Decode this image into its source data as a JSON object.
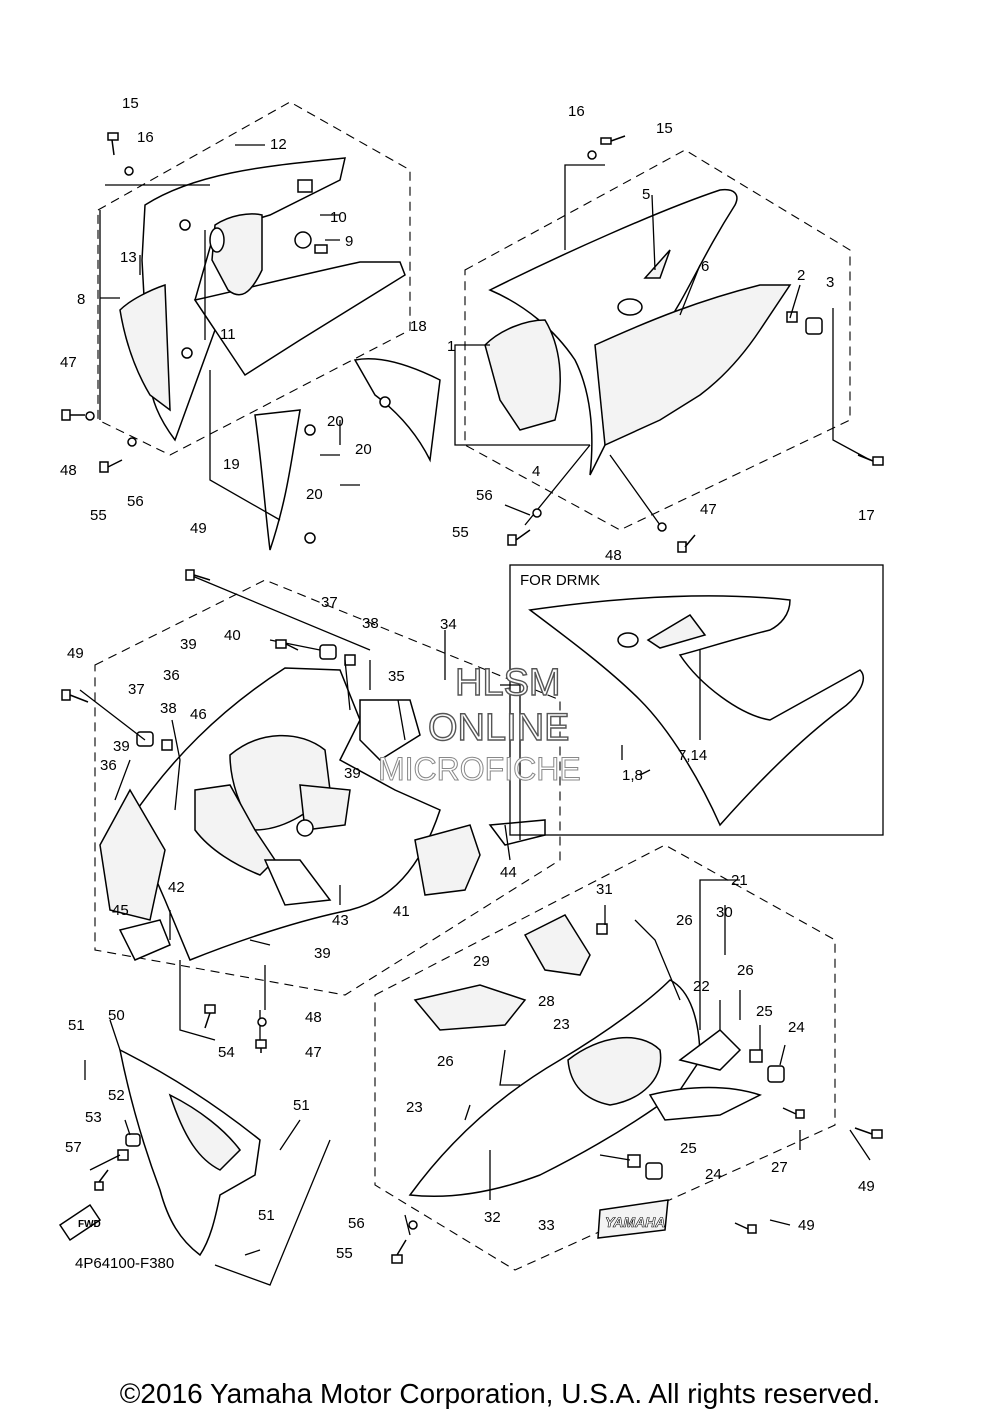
{
  "callouts": [
    {
      "id": "15a",
      "text": "15"
    },
    {
      "id": "16a",
      "text": "16"
    },
    {
      "id": "12",
      "text": "12"
    },
    {
      "id": "10",
      "text": "10"
    },
    {
      "id": "9",
      "text": "9"
    },
    {
      "id": "13",
      "text": "13"
    },
    {
      "id": "8",
      "text": "8"
    },
    {
      "id": "11",
      "text": "11"
    },
    {
      "id": "47a",
      "text": "47"
    },
    {
      "id": "48a",
      "text": "48"
    },
    {
      "id": "55a",
      "text": "55"
    },
    {
      "id": "56a",
      "text": "56"
    },
    {
      "id": "19",
      "text": "19"
    },
    {
      "id": "20a",
      "text": "20"
    },
    {
      "id": "20b",
      "text": "20"
    },
    {
      "id": "20c",
      "text": "20"
    },
    {
      "id": "18",
      "text": "18"
    },
    {
      "id": "16b",
      "text": "16"
    },
    {
      "id": "15b",
      "text": "15"
    },
    {
      "id": "5",
      "text": "5"
    },
    {
      "id": "6",
      "text": "6"
    },
    {
      "id": "2",
      "text": "2"
    },
    {
      "id": "3",
      "text": "3"
    },
    {
      "id": "1",
      "text": "1"
    },
    {
      "id": "4",
      "text": "4"
    },
    {
      "id": "17",
      "text": "17"
    },
    {
      "id": "56b",
      "text": "56"
    },
    {
      "id": "55b",
      "text": "55"
    },
    {
      "id": "48b",
      "text": "48"
    },
    {
      "id": "47b",
      "text": "47"
    },
    {
      "id": "49a",
      "text": "49"
    },
    {
      "id": "49b",
      "text": "49"
    },
    {
      "id": "37a",
      "text": "37"
    },
    {
      "id": "38a",
      "text": "38"
    },
    {
      "id": "34",
      "text": "34"
    },
    {
      "id": "40",
      "text": "40"
    },
    {
      "id": "39a",
      "text": "39"
    },
    {
      "id": "36a",
      "text": "36"
    },
    {
      "id": "35",
      "text": "35"
    },
    {
      "id": "37b",
      "text": "37"
    },
    {
      "id": "38b",
      "text": "38"
    },
    {
      "id": "46",
      "text": "46"
    },
    {
      "id": "39b",
      "text": "39"
    },
    {
      "id": "36b",
      "text": "36"
    },
    {
      "id": "39c",
      "text": "39"
    },
    {
      "id": "42",
      "text": "42"
    },
    {
      "id": "45",
      "text": "45"
    },
    {
      "id": "43",
      "text": "43"
    },
    {
      "id": "41",
      "text": "41"
    },
    {
      "id": "44",
      "text": "44"
    },
    {
      "id": "39d",
      "text": "39"
    },
    {
      "id": "7_14",
      "text": "7,14"
    },
    {
      "id": "1_8",
      "text": "1,8"
    },
    {
      "id": "21",
      "text": "21"
    },
    {
      "id": "30",
      "text": "30"
    },
    {
      "id": "31",
      "text": "31"
    },
    {
      "id": "26a",
      "text": "26"
    },
    {
      "id": "29",
      "text": "29"
    },
    {
      "id": "28",
      "text": "28"
    },
    {
      "id": "26b",
      "text": "26"
    },
    {
      "id": "22",
      "text": "22"
    },
    {
      "id": "25a",
      "text": "25"
    },
    {
      "id": "24a",
      "text": "24"
    },
    {
      "id": "23a",
      "text": "23"
    },
    {
      "id": "26c",
      "text": "26"
    },
    {
      "id": "23b",
      "text": "23"
    },
    {
      "id": "27",
      "text": "27"
    },
    {
      "id": "49c",
      "text": "49"
    },
    {
      "id": "25b",
      "text": "25"
    },
    {
      "id": "24b",
      "text": "24"
    },
    {
      "id": "32",
      "text": "32"
    },
    {
      "id": "33",
      "text": "33"
    },
    {
      "id": "49d",
      "text": "49"
    },
    {
      "id": "56c",
      "text": "56"
    },
    {
      "id": "55c",
      "text": "55"
    },
    {
      "id": "54",
      "text": "54"
    },
    {
      "id": "48c",
      "text": "48"
    },
    {
      "id": "47c",
      "text": "47"
    },
    {
      "id": "51a",
      "text": "51"
    },
    {
      "id": "50",
      "text": "50"
    },
    {
      "id": "52",
      "text": "52"
    },
    {
      "id": "53",
      "text": "53"
    },
    {
      "id": "57",
      "text": "57"
    },
    {
      "id": "51b",
      "text": "51"
    },
    {
      "id": "51c",
      "text": "51"
    }
  ],
  "inset_title": "FOR DRMK",
  "watermark": {
    "line1": "HLSM",
    "line2": "ONLINE",
    "line3": "MICROFICHE"
  },
  "fwd_label": "FWD",
  "decal_text": "YAMAHA",
  "drawing_number": "4P64100-F380",
  "copyright": "©2016 Yamaha Motor Corporation, U.S.A. All rights reserved."
}
